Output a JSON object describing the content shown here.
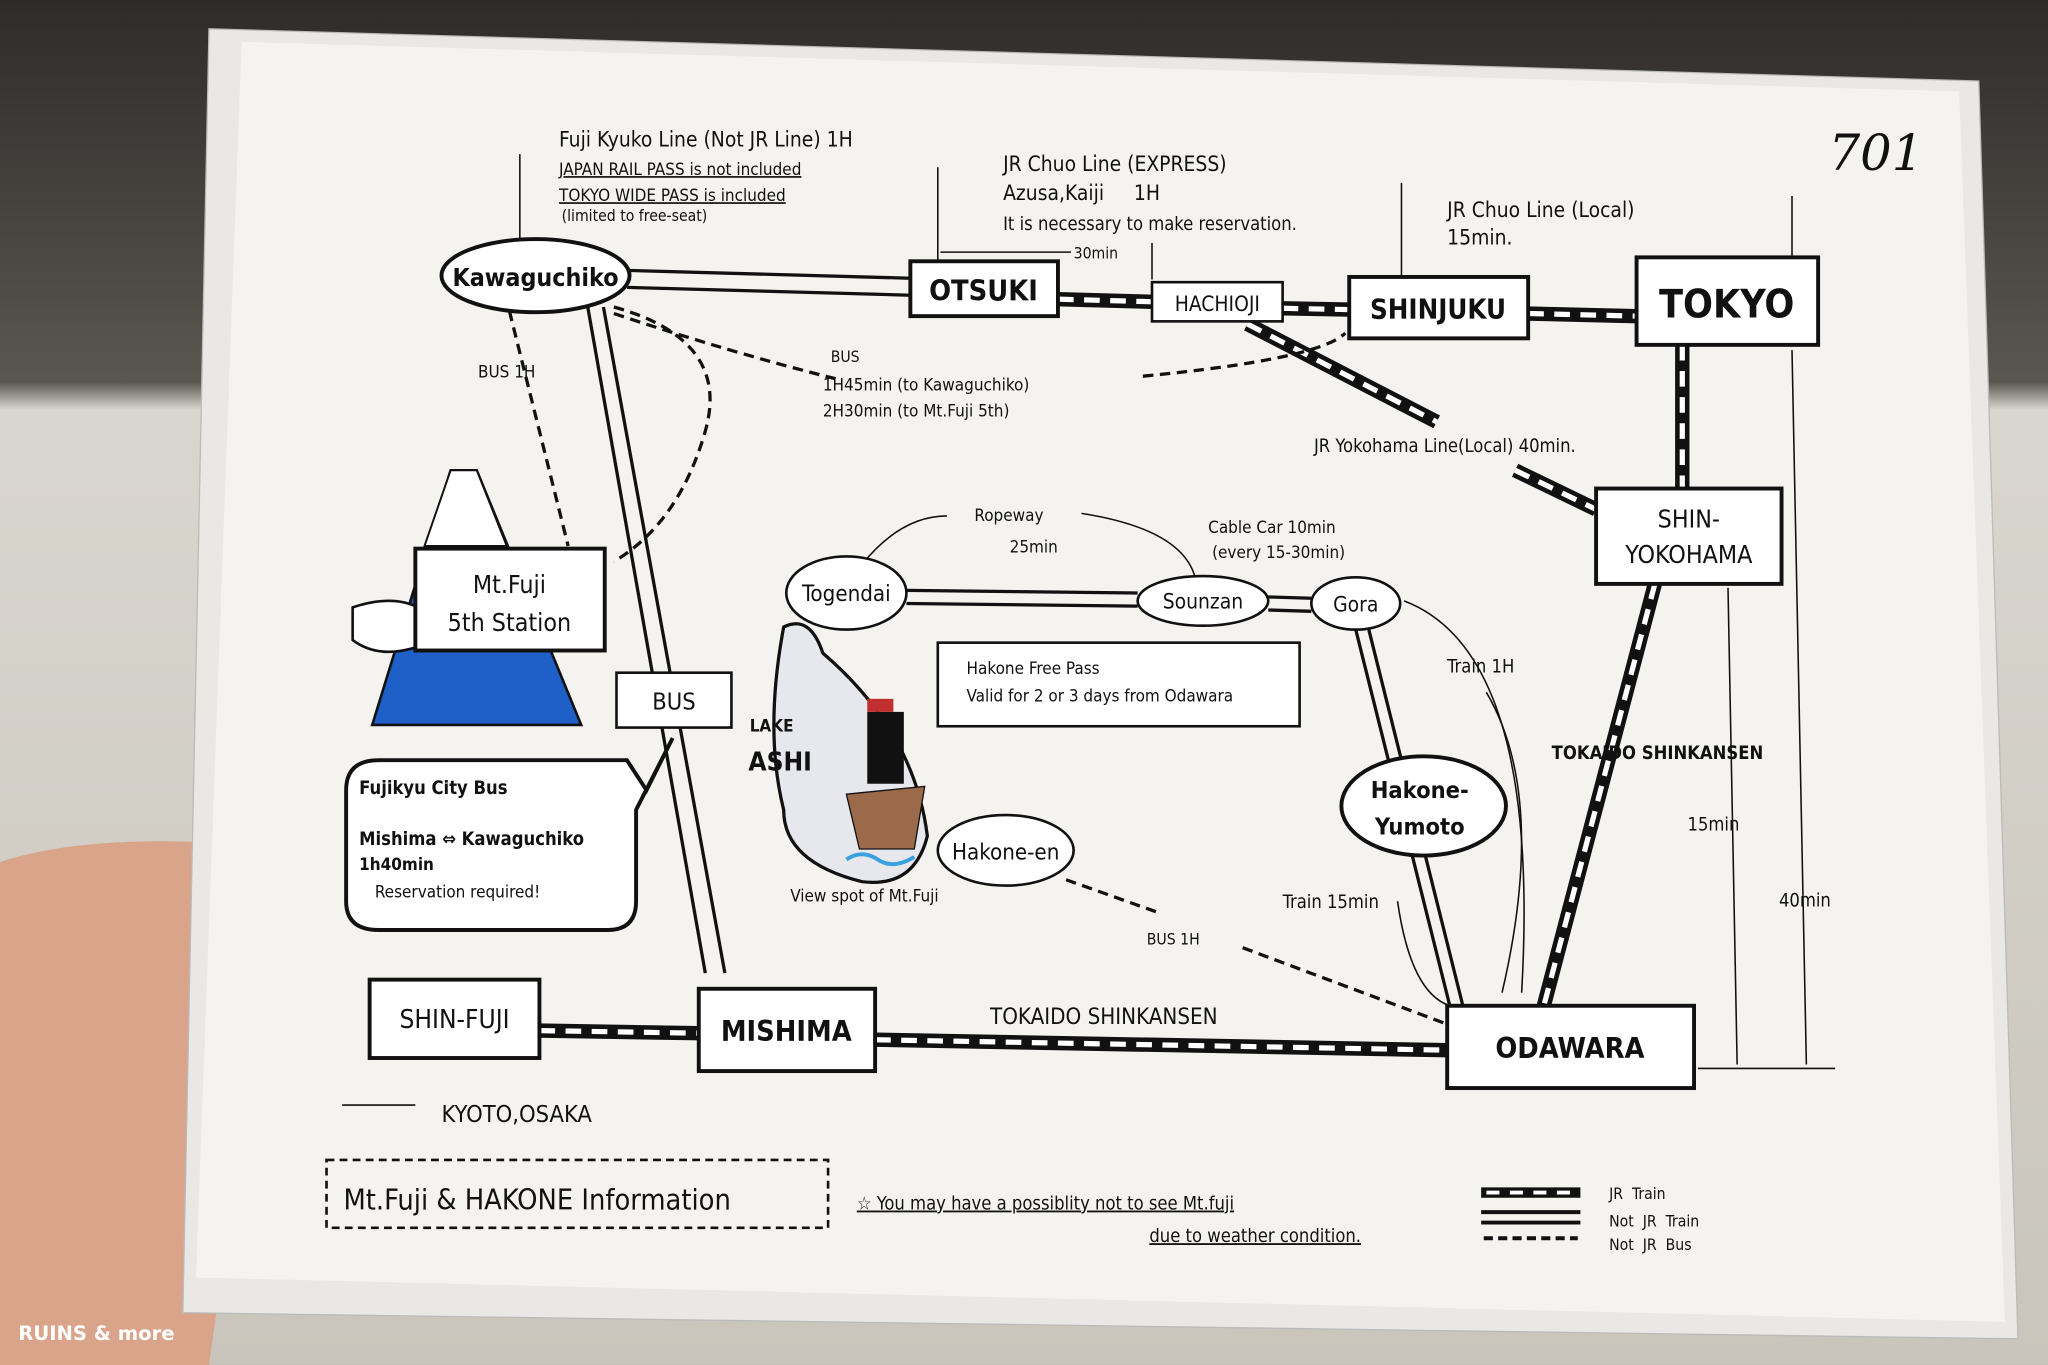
{
  "card": {
    "handwritten_number": "701",
    "title": "Mt.Fuji & HAKONE Information",
    "note_line1": "☆ You may have a possiblity not to see Mt.fuji",
    "note_line2": "due to weather condition."
  },
  "stations": {
    "kawaguchiko": "Kawaguchiko",
    "otsuki": "OTSUKI",
    "hachioji": "HACHIOJI",
    "shinjuku": "SHINJUKU",
    "tokyo": "TOKYO",
    "shin_yokohama_1": "SHIN-",
    "shin_yokohama_2": "YOKOHAMA",
    "mtfuji_1": "Mt.Fuji",
    "mtfuji_2": "5th Station",
    "bus": "BUS",
    "togendai": "Togendai",
    "sounzan": "Sounzan",
    "gora": "Gora",
    "hakone_yumoto_1": "Hakone-",
    "hakone_yumoto_2": "Yumoto",
    "hakone_en": "Hakone-en",
    "shin_fuji": "SHIN-FUJI",
    "mishima": "MISHIMA",
    "odawara": "ODAWARA"
  },
  "labels": {
    "fujikyuko_1": "Fuji Kyuko Line (Not JR Line)  1H",
    "fujikyuko_2": "JAPAN RAIL PASS is not included",
    "fujikyuko_3": "TOKYO WIDE PASS is included",
    "fujikyuko_4": "(limited to free-seat)",
    "chuo_exp_1": "JR Chuo Line (EXPRESS)",
    "chuo_exp_2": "Azusa,Kaiji     1H",
    "chuo_exp_3": "It is necessary to make reservation.",
    "otsuki_hachioji": "30min",
    "chuo_local_1": "JR Chuo Line  (Local)",
    "chuo_local_2": "15min.",
    "bus_1h_left": "BUS 1H",
    "bus_shinjuku_1": "BUS",
    "bus_shinjuku_2": "1H45min   (to Kawaguchiko)",
    "bus_shinjuku_3": "2H30min  (to Mt.Fuji 5th)",
    "yokohama_line": "JR Yokohama Line(Local) 40min.",
    "ropeway_1": "Ropeway",
    "ropeway_2": "25min",
    "cable_1": "Cable Car 10min",
    "cable_2": "(every 15-30min)",
    "free_pass_1": "Hakone Free Pass",
    "free_pass_2": "Valid for 2 or 3 days from Odawara",
    "train_1h": "Train 1H",
    "lake_1": "LAKE",
    "lake_2": "ASHI",
    "view_spot": "View spot of Mt.Fuji",
    "tokaido_right": "TOKAIDO SHINKANSEN",
    "min15": "15min",
    "min40": "40min",
    "bus_1h_hakone": "BUS 1H",
    "train_15min": "Train 15min",
    "tokaido_bottom": "TOKAIDO SHINKANSEN",
    "kyoto_osaka": "KYOTO,OSAKA",
    "bubble_1": "Fujikyu City Bus",
    "bubble_2": "Mishima ⇔ Kawaguchiko",
    "bubble_3": "1h40min",
    "bubble_4": "Reservation required!"
  },
  "legend": [
    {
      "label": "JR  Train"
    },
    {
      "label": "Not  JR  Train"
    },
    {
      "label": "Not  JR  Bus"
    }
  ],
  "watermark": "RUINS & more",
  "colors": {
    "fuji_blue": "#1f5fc8",
    "paper": "#f4f3ef",
    "boat": "#9a6a4a"
  }
}
